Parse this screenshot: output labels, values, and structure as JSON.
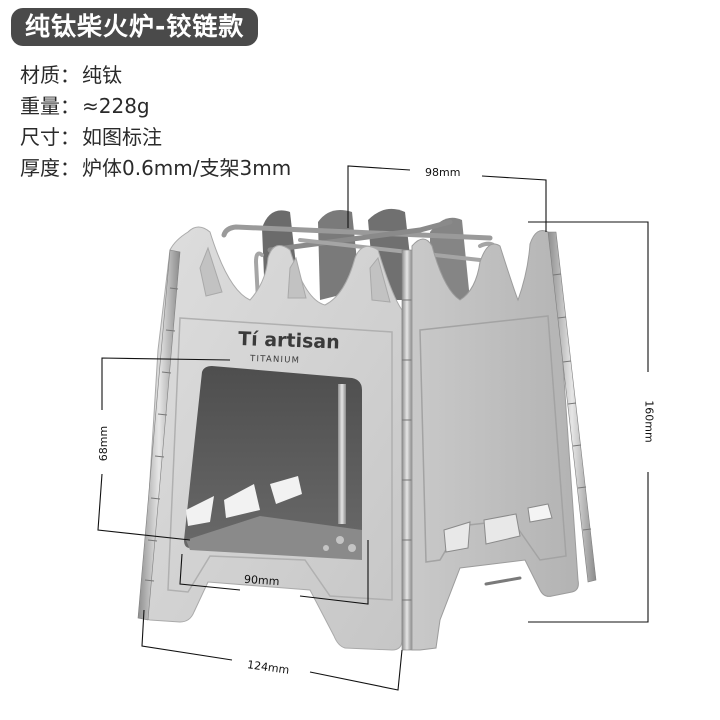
{
  "title": "纯钛柴火炉-铰链款",
  "specs": [
    {
      "key": "材质",
      "sep": "：",
      "value": "纯钛"
    },
    {
      "key": "重量",
      "sep": "：",
      "value": "≈228g"
    },
    {
      "key": "尺寸",
      "sep": "：",
      "value": "如图标注"
    },
    {
      "key": "厚度",
      "sep": "：",
      "value": "炉体0.6mm/支架3mm"
    }
  ],
  "product": {
    "brand": "Ti artisan",
    "brand_sub": "TITANIUM"
  },
  "dimensions": {
    "top_width": "98mm",
    "height": "160mm",
    "window_height": "68mm",
    "window_width": "90mm",
    "base_width": "124mm"
  },
  "colors": {
    "badge_bg": "#4a4a4a",
    "badge_text": "#ffffff",
    "text": "#2a2a2a",
    "titanium_light": "#d4d4d4",
    "titanium_mid": "#b8b8b8",
    "titanium_dark": "#5a5a5a",
    "dim_line": "#111111"
  }
}
